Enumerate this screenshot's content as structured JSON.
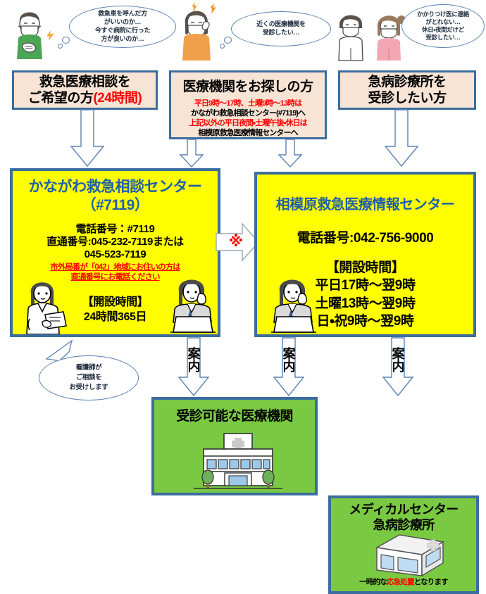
{
  "diagram": {
    "title": "救急医療相談・医療機関案内フロー図",
    "colors": {
      "box_border": "#3c6d9e",
      "category_fill": "#f7e4d5",
      "center_fill": "#ffff00",
      "result_fill": "#7ac943",
      "accent_red": "#ff0000",
      "heading_blue": "#1f5fa8",
      "arrow_stroke": "#5a82b4"
    }
  },
  "personas": [
    {
      "id": "persona-chest-pain",
      "illustration": "man-green-shirt-mask-chest-pain",
      "bubble_lines": [
        "救急車を呼んだ方",
        "がいいのか…",
        "今すぐ病院に行った",
        "方が良いのか…"
      ]
    },
    {
      "id": "persona-headache",
      "illustration": "woman-orange-shirt-mask-headache",
      "bubble_lines": [
        "近くの医療機関を",
        "受診したい…"
      ]
    },
    {
      "id": "persona-couple",
      "illustration": "couple-masks-white-and-pink",
      "bubble_lines": [
        "かかりつけ医に連絡",
        "がとれない…",
        "休日・夜間だけど",
        "受診したい…"
      ]
    }
  ],
  "categories": [
    {
      "id": "category-emergency-consult",
      "title_lines": [
        "救急医療相談を",
        "ご希望の方"
      ],
      "title_suffix": "(24時間)",
      "suffix_color": "#ff0000",
      "detail_lines": []
    },
    {
      "id": "category-find-clinic",
      "title_lines": [
        "医療機関をお探しの方"
      ],
      "title_suffix": "",
      "detail_lines": [
        {
          "text": "平日9時～17時、土曜9時～13時は",
          "color": "red"
        },
        {
          "text": "かながわ救急相談センター(#7119)へ",
          "color": "black"
        },
        {
          "text": "上記以外の平日夜間・土曜午後・休日は",
          "color": "red"
        },
        {
          "text": "相模原救急医療情報センターへ",
          "color": "black"
        }
      ]
    },
    {
      "id": "category-urgent-clinic",
      "title_lines": [
        "急病診療所を",
        "受診したい方"
      ],
      "title_suffix": "",
      "detail_lines": []
    }
  ],
  "centers": [
    {
      "id": "center-kanagawa",
      "heading_line1": "かながわ救急相談センター",
      "heading_line2": "（#7119）",
      "phone_label_line1": "電話番号：#7119",
      "phone_label_line2": "直通番号:045-232-7119または",
      "phone_label_line3": "045-523-7119",
      "warning_line1": "市外局番が「042」地域にお住いの方は",
      "warning_line2": "直通番号にお電話ください",
      "hours_heading": "【開設時間】",
      "hours_lines": [
        "24時間365日"
      ],
      "illustrations": [
        "nurse-with-clipboard",
        "operator-with-headset-laptop"
      ]
    },
    {
      "id": "center-sagamihara",
      "heading_line1": "相模原救急医療情報センター",
      "heading_line2": "",
      "phone_label_line1": "電話番号:042-756-9000",
      "phone_label_line2": "",
      "phone_label_line3": "",
      "warning_line1": "",
      "warning_line2": "",
      "hours_heading": "【開設時間】",
      "hours_lines": [
        "平日17時～翌9時",
        "土曜13時～翌9時",
        "日・祝9時～翌9時"
      ],
      "illustrations": [
        "operator-with-headset-laptop"
      ]
    }
  ],
  "link_marker": {
    "id": "cross-reference-marker",
    "symbol": "※",
    "color": "#ff0000"
  },
  "nurse_note": {
    "id": "nurse-note",
    "lines": [
      "看護師が",
      "ご相談を",
      "お受けします"
    ]
  },
  "guidance_arrows": [
    {
      "id": "guidance-arrow-1",
      "label_chars": [
        "案",
        "内"
      ]
    },
    {
      "id": "guidance-arrow-2",
      "label_chars": [
        "案",
        "内"
      ]
    },
    {
      "id": "guidance-arrow-3",
      "label_chars": [
        "案",
        "内"
      ]
    }
  ],
  "results": [
    {
      "id": "result-available-clinic",
      "title_lines": [
        "受診可能な医療機関"
      ],
      "illustration": "hospital-building",
      "note": {
        "prefix": "",
        "highlight": "",
        "suffix": ""
      }
    },
    {
      "id": "result-medical-center",
      "title_lines": [
        "メディカルセンター",
        "急病診療所"
      ],
      "illustration": "small-clinic-building",
      "note": {
        "prefix": "一時的な",
        "highlight": "応急処置",
        "suffix": "となります"
      }
    }
  ]
}
